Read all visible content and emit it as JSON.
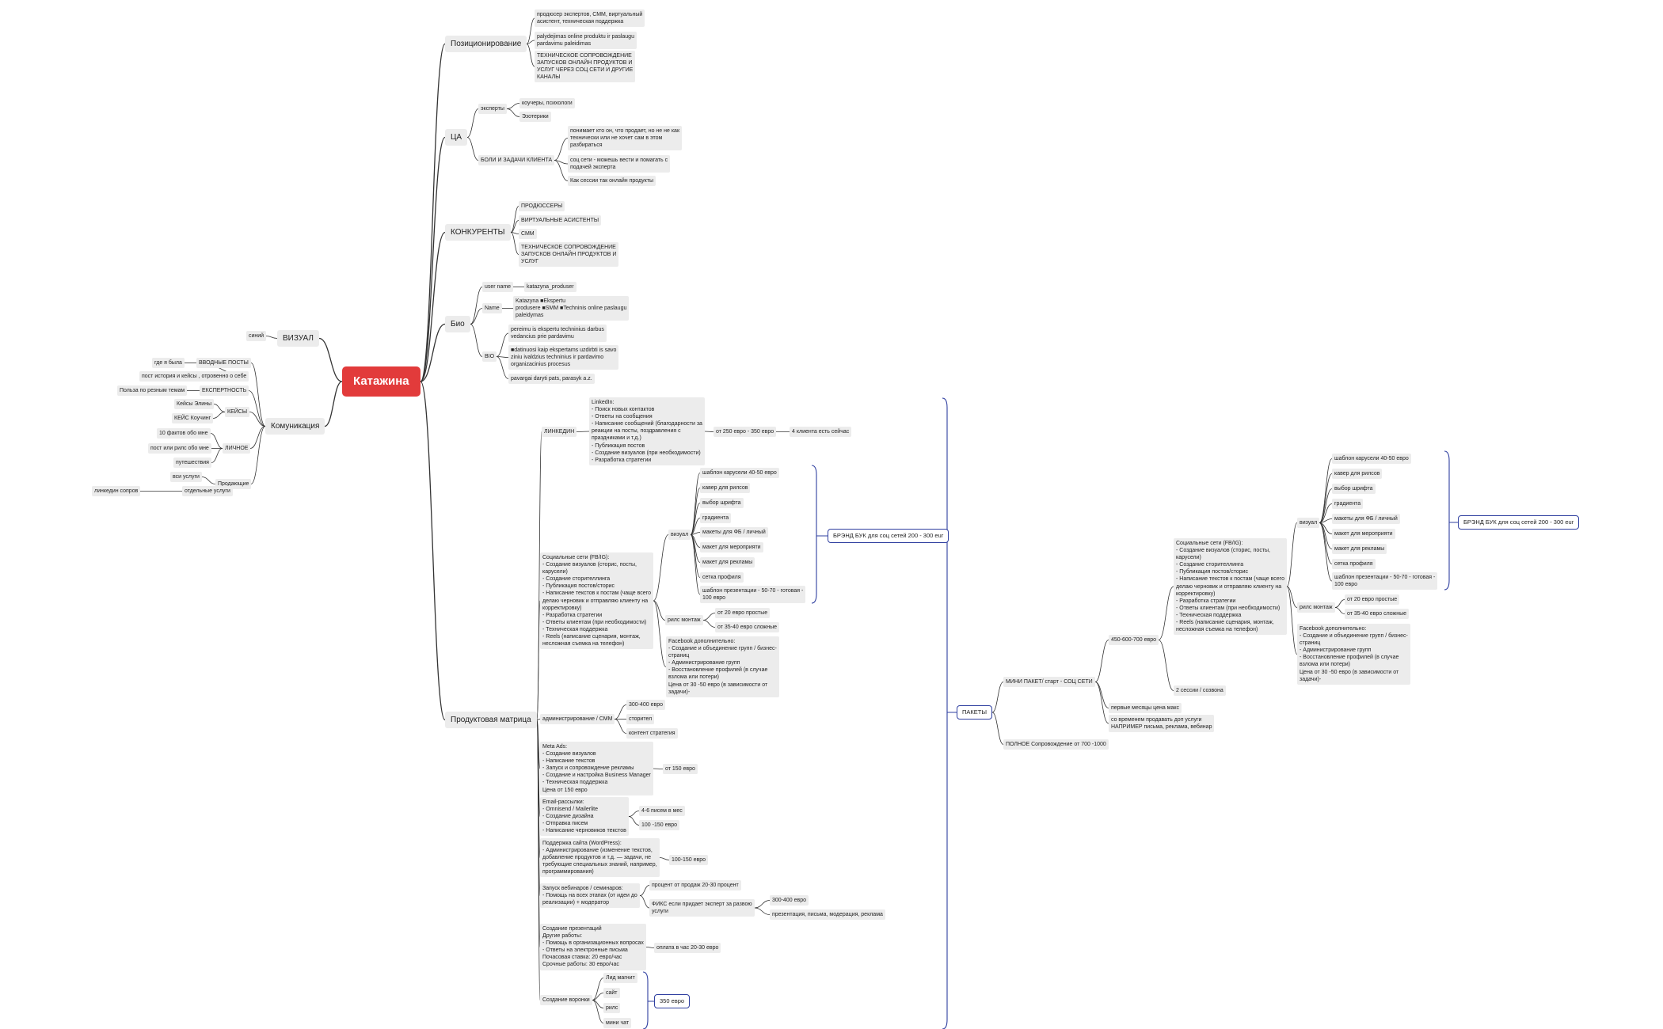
{
  "root": "Катажина",
  "nodes": {
    "pos": "Позиционирование",
    "pos1": "продюсер экспертов, СММ, виртуальный\nасистент, техническая поддержка",
    "pos2": "palydejimas online produktu ir paslaugu\npardavimu paleidimas",
    "pos3": "ТЕХНИЧЕСКОЕ СОПРОВОЖДЕНИЕ\nЗАПУСКОВ ОНЛАЙН ПРОДУКТОВ И\nУСЛУГ ЧЕРЕЗ СОЦ СЕТИ И ДРУГИЕ\nКАНАЛЫ",
    "ca": "ЦА",
    "experts": "эксперты",
    "exp1": "коучеры, психологи",
    "exp2": "Эзотерики",
    "pains": "БОЛИ И ЗАДАЧИ КЛИЕНТА",
    "pain1": "понимает кто он, что продает, но не не как\nтехнически или не хочет сам в этом\nразбираться",
    "pain2": "соц сети - можешь вести и помагать с\nподачей эксперта",
    "pain3": "Как сессии так онлайн продукты",
    "comp": "КОНКУРЕНТЫ",
    "comp1": "ПРОДЮССЕРЫ",
    "comp2": "ВИРТУАЛЬНЫЕ АСИСТЕНТЫ",
    "comp3": "СММ",
    "comp4": "ТЕХНИЧЕСКОЕ СОПРОВОЖДЕНИЕ\nЗАПУСКОВ ОНЛАЙН ПРОДУКТОВ И\nУСЛУГ",
    "bio": "Био",
    "username": "user name",
    "username_val": "katazyna_produser",
    "name": "Name",
    "name_val": "Katazyna ■Ekspertu\nprodusere ■SMM ■Techninis online paslaugu\npaleidymas",
    "biolabel": "BIO",
    "bio1": "pereimu is ekspertu techninius darbus\nvedancius prie pardavimu",
    "bio2": "■datinuosi kaip ekspertams uzdirbti is savo\nziniu ivaldzius techninius ir pardavimo\norganizacinius procesus",
    "bio3": "pavargai daryti pats, parasyk a.z.",
    "vis": "ВИЗУАЛ",
    "vis1": "синий",
    "kom": "Комуникация",
    "intro": "ВВОДНЫЕ ПОСТЫ",
    "intro1": "где я была",
    "intro2": "пост история и кейсы , отровенно о себе",
    "expert": "ЕКСПЕРТНОСТЬ",
    "expert1": "Польза по резным темам",
    "cases": "КЕЙСЫ",
    "case1": "Кейсы Элины",
    "case2": "КЕЙС Коучинг",
    "personal": "ЛИЧНОЕ",
    "pers1": "10 фактов обо мне",
    "pers2": "пост или рилс обо мне",
    "pers3": "путешествия",
    "sell": "Продающие",
    "sell1": "вси услуги",
    "sell2": "отдельные услуги",
    "sell2a": "линкедин сопров",
    "pm": "Продуктовая матрица",
    "li": "ЛИНКЕДИН",
    "li_desc": "LinkedIn:\n- Поиск новых контактов\n- Ответы на сообщения\n- Написание сообщений (благодарности за\nреакции на посты, поздравления с\nпраздниками и т.д.)\n- Публикация постов\n- Создание визуалов (при необходимости)\n- Разработка стратегии",
    "li_price": "от 250 евро - 350 евро",
    "li_clients": "4 клиента есть сейчас",
    "sm_desc": "Социальные сети (FB/IG):\n- Создание визуалов (сторис, посты,\nкарусели)\n- Создание сторителлинга\n- Публикация постов/сторис\n- Написание текстов к постам (чаще всего\nделаю черновик и отправляю клиенту на\nкорректировку)\n- Разработка стратегии\n- Ответы клиентам (при необходимости)\n- Техническая поддержка\n- Reels (написание сценария, монтаж,\nнесложная съемка на телефон)",
    "viz": "визуал",
    "viz1": "шаблон карусели 40-50 евро",
    "viz2": "кавер для рилсов",
    "viz3": "выбор шрифта",
    "viz4": "градиента",
    "viz5": "макеты для ФБ / личный",
    "viz6": "макет для мероприяти",
    "viz7": "макет для рекламы",
    "viz8": "сетка профиля",
    "viz9": "шаблон презентации - 50-70 - готовая -\n100 евро",
    "brand": "БРЭНД БУК для соц сетей 200 - 300 eur",
    "reels": "рилс монтаж",
    "reels1": "от 20 евро простые",
    "reels2": "от 35-40 евро сложные",
    "fb": "Facebook дополнительно:\n- Создание и объединение групп / бизнес-\nстраниц\n- Администрирование групп\n- Восстановление профилей (в случае\nвзлома или потери)\nЦена от 30 -50 евро (в зависимости от\nзадачи)-",
    "adm": "администрирование / СММ",
    "adm1": "300-400 евро",
    "adm2": "сторител",
    "adm3": "контент стратегия",
    "meta": "Meta Ads:\n- Создание визуалов\n- Написание текстов\n- Запуск и сопровождение рекламы\n- Создание и настройка Business Manager\n- Техническая поддержка\nЦена от 150 евро",
    "meta_price": "от 150 евро",
    "email": "Email-рассылки:\n- Omnisend / Mailerlite\n- Создание дизайна\n- Отправка писем\n- Написание черновиков текстов",
    "email1": "4-6 писем в мес",
    "email2": "100 -150 евро",
    "wp": "Поддержка сайта (WordPress):\n- Администрирование (изменение текстов,\nдобавление продуктов и т.д. — задачи, не\nтребующие специальных знаний, например,\nпрограммирования)",
    "wp_price": "100-150 евро",
    "web": "Запуск вебинаров / семинаров:\n- Помощь на всех этапах (от идеи до\nреализации) + модератор",
    "web1": "процент от продаж 20-30 процент",
    "web2": "ФИКС если придает эксперт за развою\nуслуги",
    "web2a": "300-400 евро",
    "web2b": "презентация, письма, модерация, реклама",
    "pres": "Создание презентаций\nДругие работы:\n- Помощь в организационных вопросах\n- Ответы на электронные письма\nПочасовая ставка: 20 евро/час\nСрочные работы: 30 евро/час",
    "pres_price": "оплата в час 20-30 евро",
    "funnel": "Создание воронки",
    "fun1": "Лид магнит",
    "fun2": "сайт",
    "fun3": "рилс",
    "fun4": "мини чат",
    "fun_price": "350 евро",
    "packages": "ПАКЕТЫ",
    "mini": "МИНИ ПАКЕТ/ старт - СОЦ СЕТИ",
    "full": "ПОЛНОЕ Сопровождение от 700 -1000",
    "p450": "450-600-700 евро",
    "pk_sm": "Социальные сети (FB/IG):\n- Создание визуалов (сторис, посты,\nкарусели)\n- Создание сторителлинга\n- Публикация постов/сторис\n- Написание текстов к постам (чаще всего\nделаю черновик и отправляю клиенту на\nкорректировку)\n- Разработка стратегии\n- Ответы клиентам (при необходимости)\n- Техническая поддержка\n- Reels (написание сценария, монтаж,\nнесложная съемка на телефон)",
    "pk_sessions": "2 сессии / созвона",
    "pk_first": "первые месяцы цена макс",
    "pk_later": "со временем продавать доп услуги\nНАПРИМЕР письма, реклама, вебинар",
    "pk_viz": "визуал",
    "pk_viz1": "шаблон карусели 40-50 евро",
    "pk_viz2": "кавер для рилсов",
    "pk_viz3": "выбор шрифта",
    "pk_viz4": "градиента",
    "pk_viz5": "макеты для ФБ / личный",
    "pk_viz6": "макет для мероприяти",
    "pk_viz7": "макет для рекламы",
    "pk_viz8": "сетка профиля",
    "pk_viz9": "шаблон презентации - 50-70 - готовая -\n100 евро",
    "pk_brand": "БРЭНД БУК для соц сетей 200 - 300 eur",
    "pk_reels": "рилс монтаж",
    "pk_reels1": "от 20 евро простые",
    "pk_reels2": "от 35-40 евро сложные",
    "pk_fb": "Facebook дополнительно:\n- Создание и объединение групп / бизнес-\nстраниц\n- Администрирование групп\n- Восстановление профилей (в случае\nвзлома или потери)\nЦена от 30 -50 евро (в зависимости от\nзадачи)-"
  },
  "colors": {
    "root_bg": "#e23b3b",
    "branch_line": "#333333",
    "bracket": "#2f3fa0",
    "node_bg": "#ececec"
  }
}
